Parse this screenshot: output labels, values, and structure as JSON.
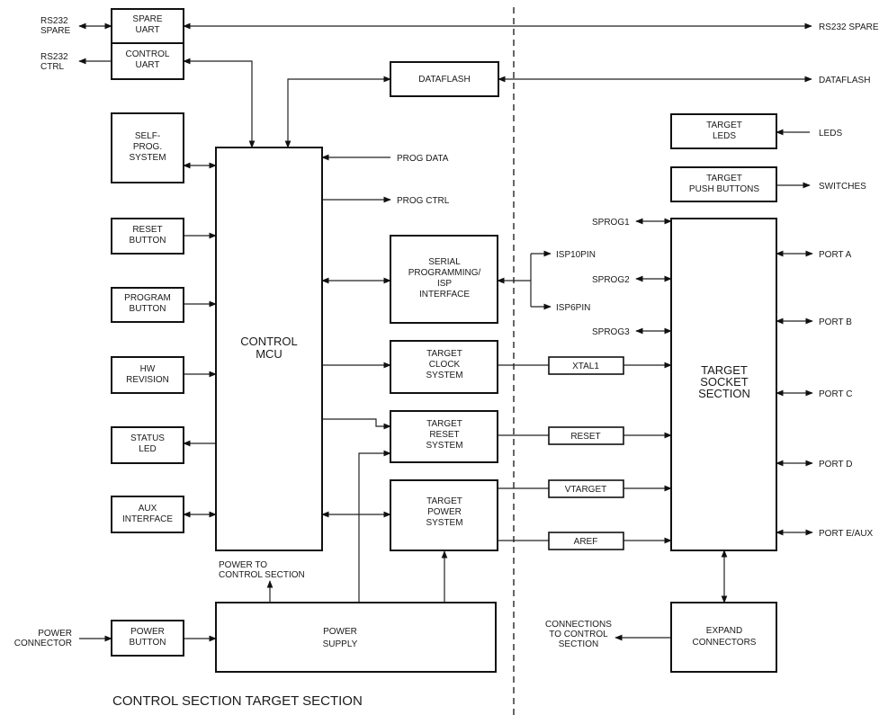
{
  "blocks": {
    "spare_uart": [
      "SPARE",
      "UART"
    ],
    "control_uart": [
      "CONTROL",
      "UART"
    ],
    "self_prog": [
      "SELF-",
      "PROG.",
      "SYSTEM"
    ],
    "reset_button": [
      "RESET",
      "BUTTON"
    ],
    "program_button": [
      "PROGRAM",
      "BUTTON"
    ],
    "hw_revision": [
      "HW",
      "REVISION"
    ],
    "status_led": [
      "STATUS",
      "LED"
    ],
    "aux_interface": [
      "AUX",
      "INTERFACE"
    ],
    "control_mcu": [
      "CONTROL",
      "MCU"
    ],
    "dataflash": [
      "DATAFLASH"
    ],
    "serial_programming": [
      "SERIAL",
      "PROGRAMMING/",
      "ISP",
      "INTERFACE"
    ],
    "target_clock": [
      "TARGET",
      "CLOCK",
      "SYSTEM"
    ],
    "target_reset": [
      "TARGET",
      "RESET",
      "SYSTEM"
    ],
    "target_power": [
      "TARGET",
      "POWER",
      "SYSTEM"
    ],
    "power_button": [
      "POWER",
      "BUTTON"
    ],
    "power_supply": [
      "POWER",
      "SUPPLY"
    ],
    "target_leds": [
      "TARGET",
      "LEDS"
    ],
    "target_push_buttons": [
      "TARGET",
      "PUSH BUTTONS"
    ],
    "target_socket": [
      "TARGET",
      "SOCKET",
      "SECTION"
    ],
    "expand_connectors": [
      "EXPAND",
      "CONNECTORS"
    ],
    "xtal1": [
      "XTAL1"
    ],
    "reset_signal": [
      "RESET"
    ],
    "vtarget": [
      "VTARGET"
    ],
    "aref": [
      "AREF"
    ]
  },
  "labels": {
    "rs232_spare_left": [
      "RS232",
      "SPARE"
    ],
    "rs232_ctrl_left": [
      "RS232",
      "CTRL"
    ],
    "rs232_spare_right": "RS232 SPARE",
    "dataflash_right": "DATAFLASH",
    "prog_data": "PROG DATA",
    "prog_ctrl": "PROG CTRL",
    "isp10pin": "ISP10PIN",
    "isp6pin": "ISP6PIN",
    "sprog1": "SPROG1",
    "sprog2": "SPROG2",
    "sprog3": "SPROG3",
    "leds": "LEDS",
    "switches": "SWITCHES",
    "port_a": "PORT A",
    "port_b": "PORT B",
    "port_c": "PORT C",
    "port_d": "PORT D",
    "port_e": "PORT E/AUX",
    "power_to_control": [
      "POWER TO",
      "CONTROL SECTION"
    ],
    "power_connector": [
      "POWER",
      "CONNECTOR"
    ],
    "connections_to_control": [
      "CONNECTIONS",
      "TO CONTROL",
      "SECTION"
    ]
  },
  "footer": {
    "sections": "CONTROL SECTION TARGET SECTION"
  }
}
